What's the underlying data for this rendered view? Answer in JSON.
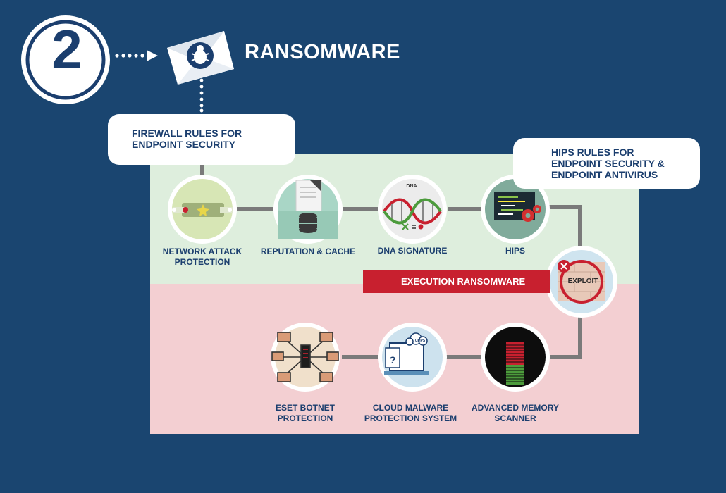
{
  "step_number": "2",
  "title": "RANSOMWARE",
  "callouts": {
    "firewall": [
      "FIREWALL RULES FOR",
      "ENDPOINT SECURITY"
    ],
    "hips": [
      "HIPS RULES FOR",
      "ENDPOINT SECURITY &",
      "ENDPOINT ANTIVIRUS"
    ]
  },
  "nodes": {
    "network_attack": [
      "NETWORK ATTACK",
      "PROTECTION"
    ],
    "reputation": [
      "REPUTATION & CACHE"
    ],
    "dna": [
      "DNA SIGNATURE"
    ],
    "hips": [
      "HIPS"
    ],
    "eset_botnet": [
      "ESET BOTNET",
      "PROTECTION"
    ],
    "cloud_malware": [
      "CLOUD MALWARE",
      "PROTECTION SYSTEM"
    ],
    "memory_scanner": [
      "ADVANCED MEMORY",
      "SCANNER"
    ]
  },
  "execution_banner": "EXECUTION RANSOMWARE",
  "exploit_label": "EXPLOIT",
  "icon_texts": {
    "dna": "DNA",
    "cmps": "CMPS"
  },
  "icons": [
    "email-bug-icon",
    "exploit-icon",
    "bug-icon",
    "firewall-icon",
    "document-database-icon",
    "dna-icon",
    "code-gear-icon",
    "botnet-icon",
    "cloud-question-icon",
    "memory-bars-icon"
  ],
  "colors": {
    "background": "#1a4570",
    "navy": "#1b3e6e",
    "top_zone": "#deeedd",
    "bottom_zone": "#f3cfd2",
    "connector": "#7a7a7a",
    "alert_red": "#c8202f"
  }
}
